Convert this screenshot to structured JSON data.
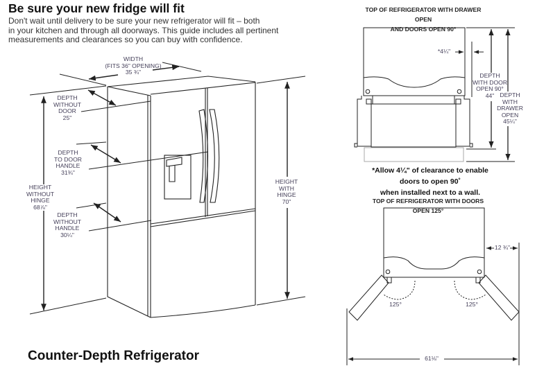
{
  "heading": "Be sure your new fridge will fit",
  "intro": "Don't wait until delivery to be sure your new refrigerator will fit – both\nin your kitchen and through all doorways. This guide includes all pertinent\nmeasurements and clearances so you can buy with confidence.",
  "subtitle": "Counter-Depth Refrigerator",
  "front_view": {
    "width": "WIDTH\n(FITS 36\" OPENING)\n35 ¾\"",
    "depth_without_door": "DEPTH\nWITHOUT\nDOOR\n25\"",
    "depth_to_door_handle": "DEPTH\nTO DOOR\nHANDLE\n31¾\"",
    "depth_without_handle": "DEPTH\nWITHOUT\nHANDLE\n30¼\"",
    "height_without_hinge": "HEIGHT\nWITHOUT\nHINGE\n68⅞\"",
    "height_with_hinge": "HEIGHT\nWITH\nHINGE\n70\""
  },
  "top_view_90": {
    "caption": "TOP OF REFRIGERATOR WITH DRAWER OPEN\nAND DOORS OPEN 90°",
    "clearance": "*4¼\"",
    "depth_door_open": "DEPTH\nWITH DOOR\nOPEN 90°\n44\"",
    "depth_drawer_open": "DEPTH\nWITH\nDRAWER\nOPEN\n45¼\"",
    "note": "*Allow 4¼\" of clearance to enable doors to open 90˚\nwhen installed next to a wall."
  },
  "top_view_125": {
    "caption": "TOP OF REFRIGERATOR WITH DOORS OPEN 125°",
    "side_clearance": "12 ¾\"",
    "left_angle": "125°",
    "right_angle": "125°",
    "total_width": "61⅛\""
  }
}
